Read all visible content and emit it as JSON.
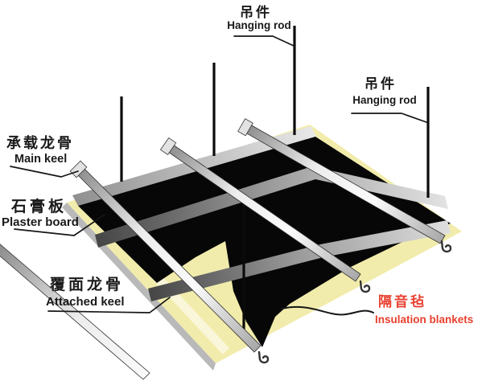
{
  "labels": {
    "hanging_rod_top": {
      "zh": "吊件",
      "en": "Hanging rod"
    },
    "hanging_rod_right": {
      "zh": "吊件",
      "en": "Hanging rod"
    },
    "main_keel": {
      "zh": "承载龙骨",
      "en": "Main keel"
    },
    "plaster_board": {
      "zh": "石膏板",
      "en": "Plaster board"
    },
    "attached_keel": {
      "zh": "覆面龙骨",
      "en": "Attached keel"
    },
    "insulation_blankets": {
      "zh": "隔音毡",
      "en": "Insulation blankets"
    }
  },
  "colors": {
    "background": "#ffffff",
    "label_text": "#1a1a1a",
    "insulation_label_red": "#e8402f",
    "plaster_board_yellow": "#f2ecac",
    "insulation_black": "#070707",
    "keel_metal_light": "#f4f4f4",
    "keel_metal_dark": "#8a8a8a",
    "hanging_rod_black": "#0b0b0b"
  }
}
